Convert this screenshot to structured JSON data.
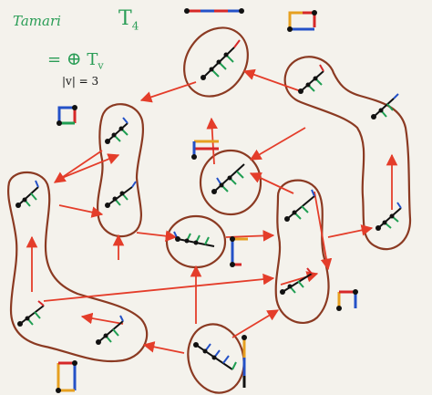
{
  "page": {
    "background": "#f4f2ec"
  },
  "header": {
    "word": "Tamari",
    "symbol": "T",
    "subscript": "4",
    "equation_prefix": "=",
    "circled_plus": "⊕",
    "equation_symbol": "T",
    "equation_subscript": "v",
    "condition": "|v| = 3"
  },
  "colors": {
    "text_green": "#2a9d56",
    "tree_black": "#111111",
    "tree_green": "#1f9e52",
    "tree_blue": "#2451c7",
    "tree_red": "#d62828",
    "arrow_red": "#e43d2a",
    "blob_brown": "#8b3a22",
    "paper": "#f4f2ec"
  },
  "diagram": {
    "description_type": "Tamari lattice T4 decomposed into sublattices",
    "node_count": 14,
    "edge_count": 21,
    "groups": [
      "blob-top",
      "blob-left-mid",
      "blob-right-top",
      "blob-center",
      "blob-center-low",
      "blob-right-mid",
      "blob-left-bottom",
      "blob-bottom"
    ],
    "icons": [
      "path-icon-top",
      "path-icon-left",
      "path-icon-mid",
      "path-icon-top-right",
      "path-icon-low-center",
      "path-icon-right",
      "path-icon-bottom-right",
      "path-icon-bottom-left"
    ]
  }
}
